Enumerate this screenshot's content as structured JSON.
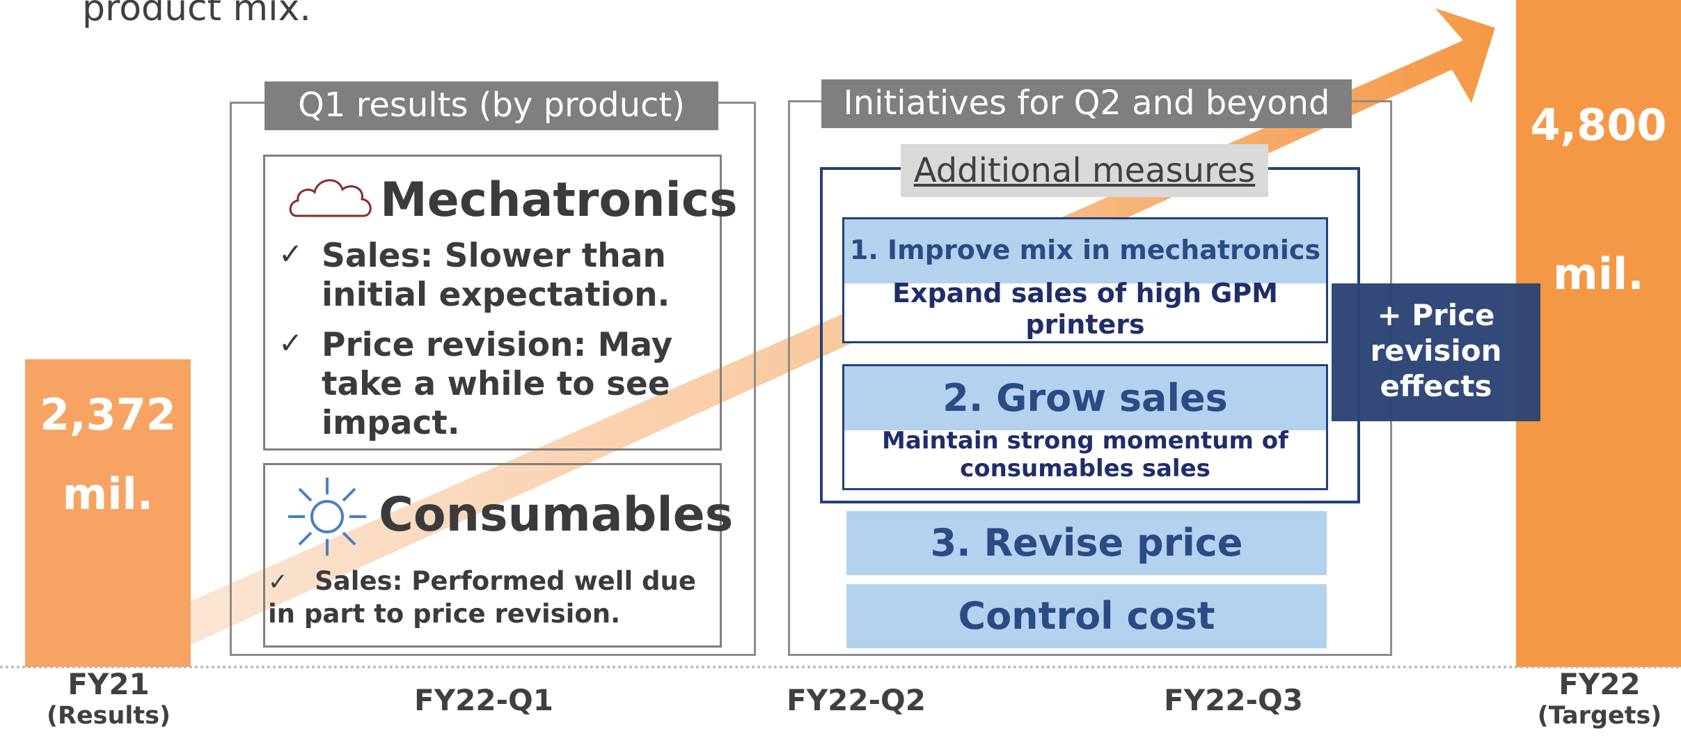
{
  "intro_text": "product mix.",
  "bars": {
    "fy21": {
      "value_line1": "2,372",
      "value_line2": "mil.",
      "amount": 2372
    },
    "fy22": {
      "value_line1": "4,800",
      "value_line2": "mil.",
      "amount": 4800
    }
  },
  "periods": {
    "fy21": {
      "label": "FY21",
      "sub": "(Results)"
    },
    "q1": {
      "label": "FY22-Q1"
    },
    "q2": {
      "label": "FY22-Q2"
    },
    "q3": {
      "label": "FY22-Q3"
    },
    "fy22": {
      "label": "FY22",
      "sub": "(Targets)"
    }
  },
  "q1_panel": {
    "header": "Q1 results (by product)",
    "mechatronics": {
      "title": "Mechatronics",
      "icon": "cloud-icon",
      "bullets": [
        "Sales: Slower than initial expectation.",
        "Price revision: May take a while to see impact."
      ]
    },
    "consumables": {
      "title": "Consumables",
      "icon": "sun-icon",
      "bullets": [
        "Sales: Performed well due in part to price revision."
      ]
    }
  },
  "initiatives_panel": {
    "header": "Initiatives for Q2 and beyond",
    "additional_title": "Additional measures",
    "measures": [
      {
        "title": "1. Improve mix in mechatronics",
        "body": "Expand sales of high GPM printers"
      },
      {
        "title": "2. Grow sales",
        "body": "Maintain strong momentum of consumables sales"
      }
    ],
    "revise_price": "3. Revise price",
    "control_cost": "Control cost",
    "price_effects": "+ Price revision effects"
  },
  "check_mark": "✓",
  "colors": {
    "orange": "#f59845",
    "light_orange": "#f7a363",
    "navy": "#22417a",
    "light_blue": "#b4d2ee",
    "gray": "#7f7f7f"
  }
}
